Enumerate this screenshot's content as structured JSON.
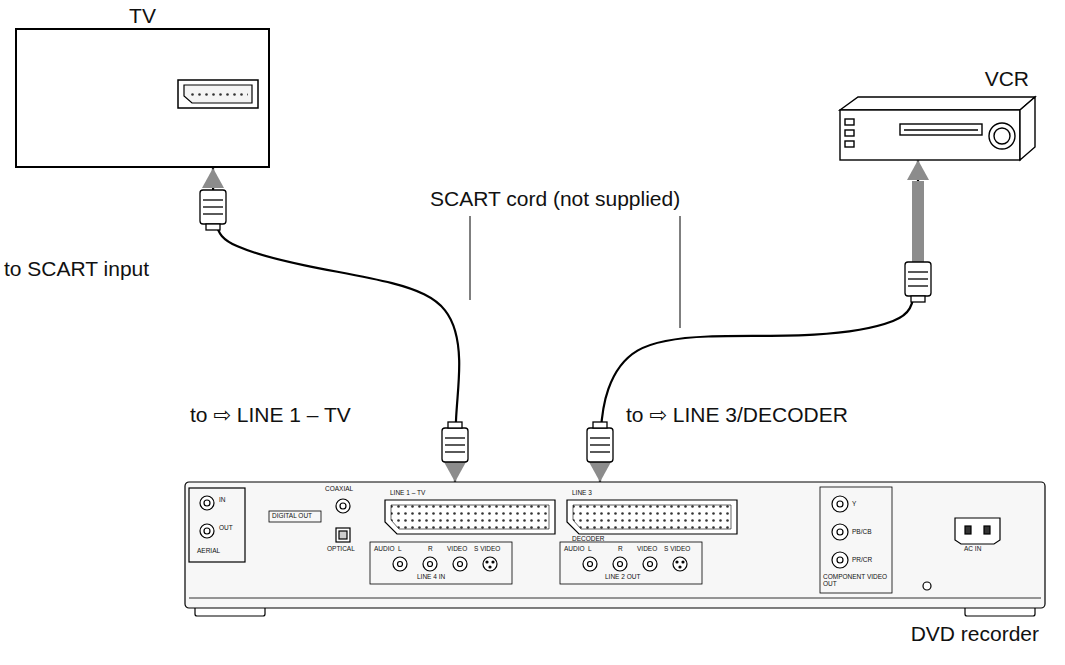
{
  "diagram": {
    "nodes": [
      {
        "text": [
          "TV"
        ]
      },
      {
        "text": [
          "VCR"
        ]
      },
      {
        "text": [
          "DVD recorder"
        ]
      }
    ],
    "edges": [
      {
        "from": 0,
        "to": 2,
        "arrow": "both"
      },
      {
        "from": 1,
        "to": 2,
        "arrow": "both"
      }
    ],
    "labels": [
      "SCART cord (not supplied)",
      "to SCART input",
      "to ⇨ LINE 1 – TV",
      "to ⇨ LINE 3/DECODER",
      "IN",
      "OUT",
      "AERIAL",
      "COAXIAL",
      "DIGITAL OUT",
      "OPTICAL",
      "LINE 1 – TV",
      "LINE 3",
      "DECODER",
      "AUDIO",
      "L",
      "R",
      "VIDEO",
      "S VIDEO",
      "LINE 4 IN",
      "AUDIO",
      "L",
      "R",
      "VIDEO",
      "S VIDEO",
      "LINE 2 OUT",
      "Y",
      "PB/CB",
      "PR/CR",
      "COMPONENT VIDEO OUT",
      "AC IN"
    ]
  }
}
